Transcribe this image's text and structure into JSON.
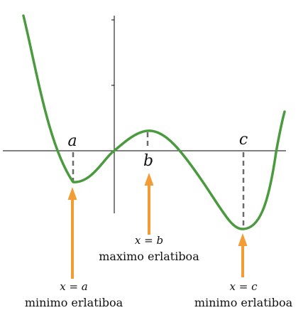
{
  "figure": {
    "colors": {
      "curve": "#4a9a3e",
      "arrow": "#f39c35",
      "dash": "#6b6b6b",
      "axis": "#000000"
    },
    "points": {
      "a": "a",
      "b": "b",
      "c": "c"
    },
    "annotations": [
      {
        "id": "a",
        "equation": "x = a",
        "caption": "minimo erlatiboa"
      },
      {
        "id": "b",
        "equation": "x = b",
        "caption": "maximo erlatiboa"
      },
      {
        "id": "c",
        "equation": "x = c",
        "caption": "minimo erlatiboa"
      }
    ]
  }
}
